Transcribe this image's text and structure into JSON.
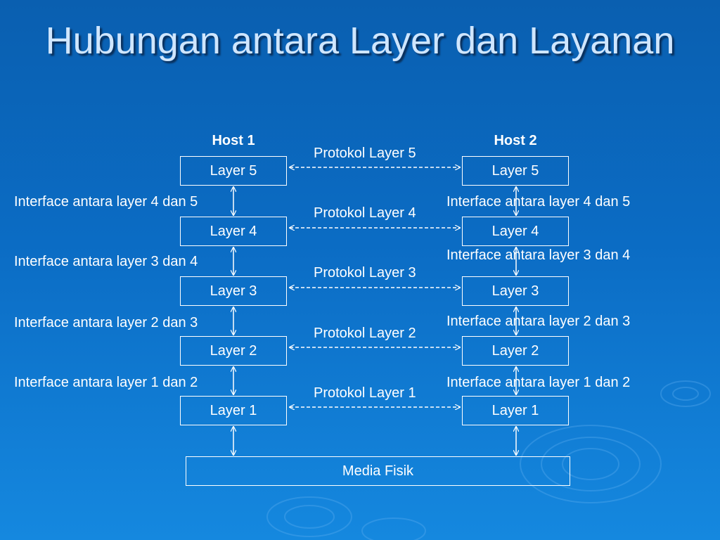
{
  "title": "Hubungan antara Layer dan Layanan",
  "hosts": {
    "left": "Host 1",
    "right": "Host 2"
  },
  "layers": [
    "Layer 5",
    "Layer 4",
    "Layer 3",
    "Layer 2",
    "Layer 1"
  ],
  "protocols": [
    "Protokol Layer 5",
    "Protokol Layer 4",
    "Protokol Layer 3",
    "Protokol Layer 2",
    "Protokol Layer 1"
  ],
  "interfaces": [
    "Interface antara layer 4 dan 5",
    "Interface antara layer 3 dan 4",
    "Interface antara layer 2 dan 3",
    "Interface antara layer 1 dan 2"
  ],
  "media": "Media Fisik"
}
